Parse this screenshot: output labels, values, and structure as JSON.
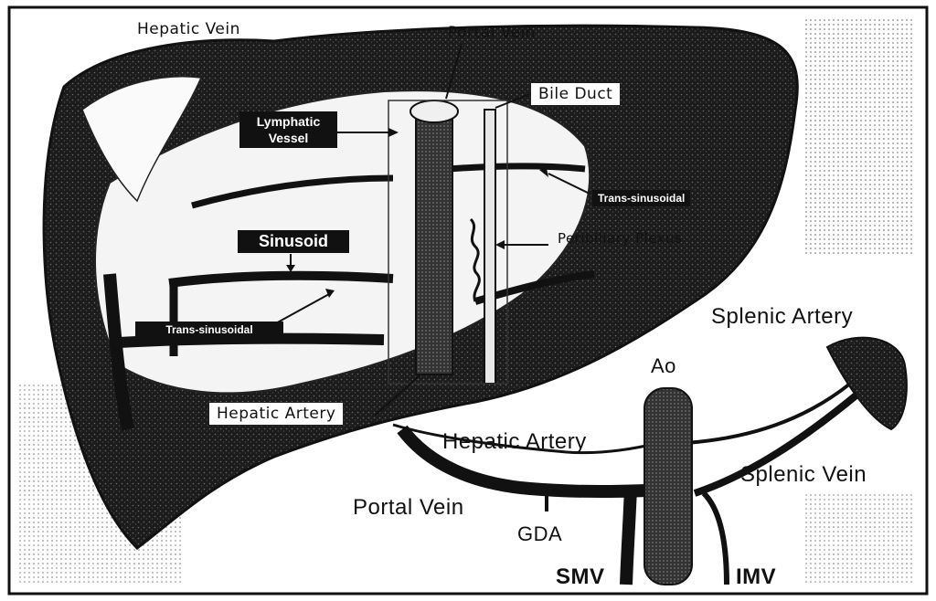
{
  "labels": {
    "hepatic_vein_top": "Hepatic Vein",
    "portal_vein_top": "Portal Vein",
    "bile_duct": "Bile Duct",
    "lymphatic_vessel_line1": "Lymphatic",
    "lymphatic_vessel_line2": "Vessel",
    "trans_sinusoidal_right": "Trans-sinusoidal",
    "peribiliary_plexus": "Peribiliary Plexus",
    "sinusoid": "Sinusoid",
    "trans_sinusoidal_left": "Trans-sinusoidal",
    "hepatic_artery_box": "Hepatic Artery",
    "splenic_artery": "Splenic Artery",
    "ao": "Ao",
    "hepatic_artery_lower": "Hepatic Artery",
    "splenic_vein": "Splenic Vein",
    "portal_vein_lower": "Portal Vein",
    "gda": "GDA",
    "smv": "SMV",
    "imv": "IMV"
  },
  "colors": {
    "ink": "#111111",
    "paper": "#ffffff",
    "tissue": "#2a2a2a"
  }
}
